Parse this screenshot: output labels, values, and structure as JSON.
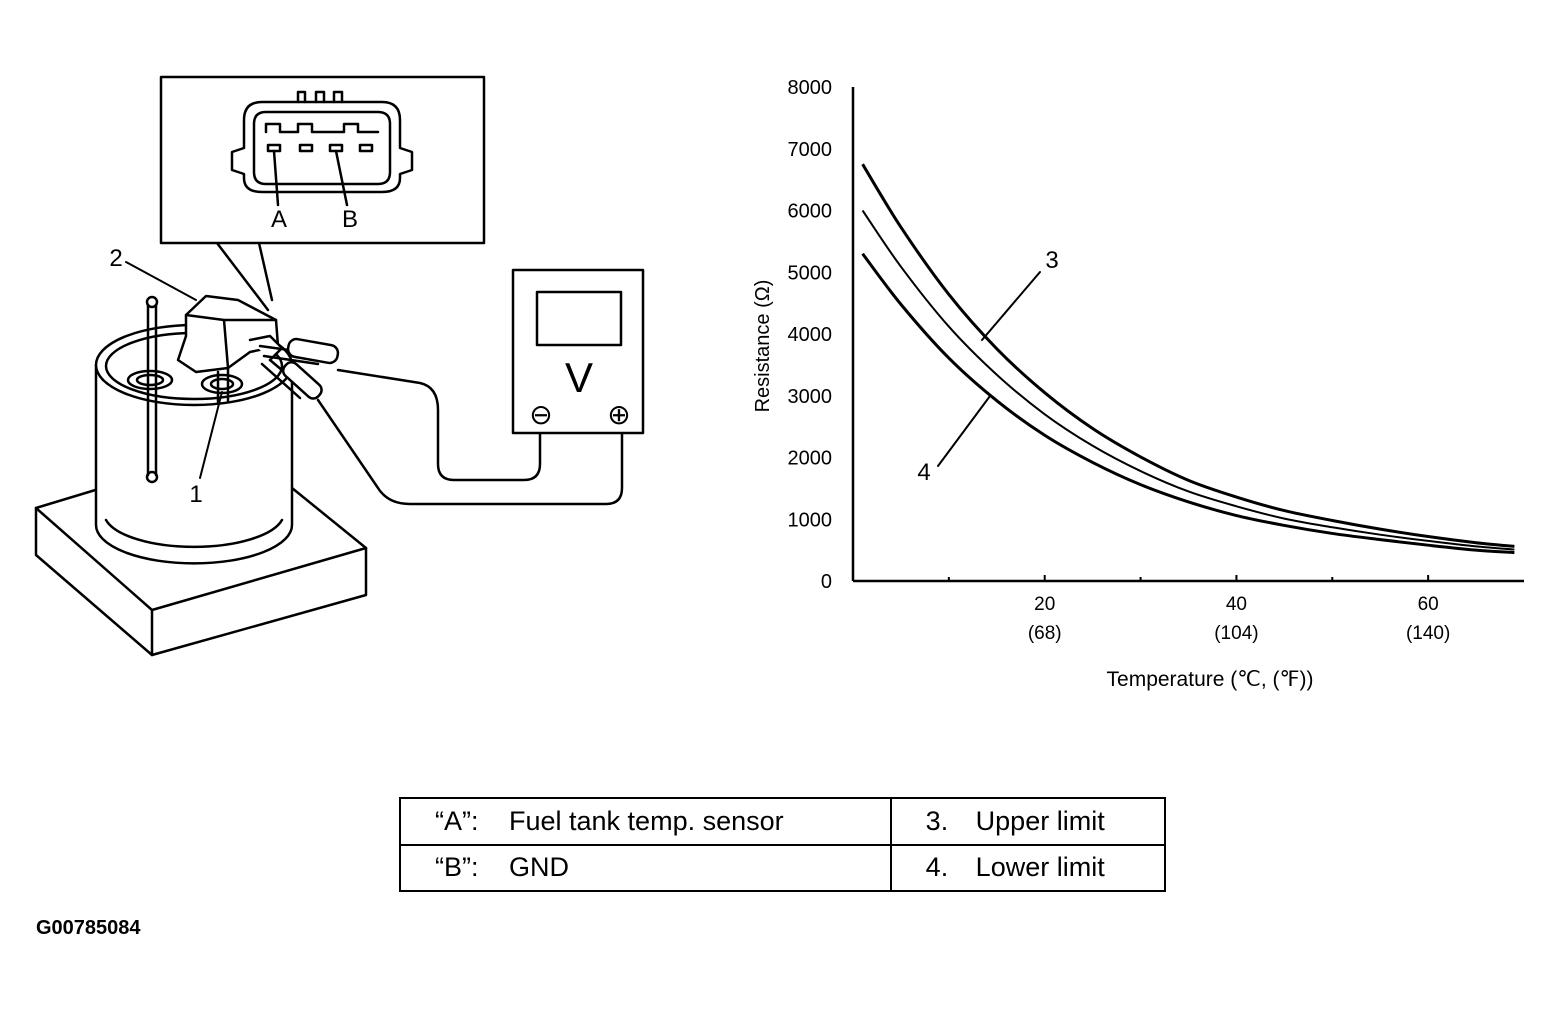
{
  "connector": {
    "pin_a_label": "A",
    "pin_b_label": "B"
  },
  "callouts": {
    "c1": "1",
    "c2": "2",
    "c3": "3",
    "c4": "4"
  },
  "meter": {
    "symbol": "V",
    "minus": "⊖",
    "plus": "⊕"
  },
  "chart_data": {
    "type": "line",
    "ylabel": "Resistance (Ω)",
    "xlabel": "Temperature (℃, (℉))",
    "yticks": [
      "0",
      "1000",
      "2000",
      "3000",
      "4000",
      "5000",
      "6000",
      "7000",
      "8000"
    ],
    "xticks": [
      {
        "value": 20,
        "c": "20",
        "f": "(68)"
      },
      {
        "value": 40,
        "c": "40",
        "f": "(104)"
      },
      {
        "value": 60,
        "c": "60",
        "f": "(140)"
      }
    ],
    "xlim": [
      0,
      70
    ],
    "ylim": [
      0,
      8000
    ],
    "series": [
      {
        "label": "3",
        "x": [
          1,
          5,
          10,
          15,
          20,
          25,
          30,
          35,
          40,
          45,
          50,
          55,
          60,
          65,
          69
        ],
        "y": [
          6750,
          5730,
          4640,
          3760,
          3050,
          2470,
          2010,
          1630,
          1360,
          1140,
          980,
          840,
          720,
          620,
          560
        ]
      },
      {
        "label": "",
        "x": [
          1,
          5,
          10,
          15,
          20,
          25,
          30,
          35,
          40,
          45,
          50,
          55,
          60,
          65,
          69
        ],
        "y": [
          6000,
          5090,
          4120,
          3340,
          2700,
          2190,
          1780,
          1450,
          1210,
          1010,
          870,
          750,
          650,
          560,
          510
        ]
      },
      {
        "label": "4",
        "x": [
          1,
          5,
          10,
          15,
          20,
          25,
          30,
          35,
          40,
          45,
          50,
          55,
          60,
          65,
          69
        ],
        "y": [
          5300,
          4480,
          3610,
          2920,
          2360,
          1920,
          1560,
          1280,
          1060,
          900,
          770,
          670,
          580,
          500,
          460
        ]
      }
    ]
  },
  "legend": {
    "rows": [
      {
        "key": "“A”:",
        "desc": "Fuel tank temp. sensor",
        "num": "3.",
        "num_desc": "Upper limit"
      },
      {
        "key": "“B”:",
        "desc": "GND",
        "num": "4.",
        "num_desc": "Lower limit"
      }
    ]
  },
  "figure_id": "G00785084"
}
